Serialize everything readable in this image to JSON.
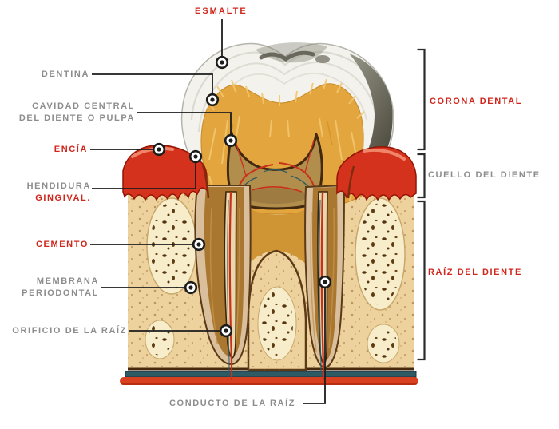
{
  "colors": {
    "label_red": "#d0261c",
    "label_gray": "#8d8d8d",
    "line": "#1c1c1c",
    "enamel": "#f3f2ec",
    "enamel_shade": "#d8d7cd",
    "dentin": "#e3a53d",
    "dentin_stria": "#f2c76f",
    "root_dentin": "#aa7730",
    "pulp": "#b28e4c",
    "cementum": "#dabf9d",
    "canal": "#ead7ab",
    "gum": "#d5321d",
    "gum_hi": "#f59a7d",
    "bone": "#edd29d",
    "bone_light": "#f7edca",
    "outline_dark": "#46290d",
    "artery": "#c8321d",
    "vein": "#2e5a64"
  },
  "callouts": {
    "esmalte": {
      "text": "ESMALTE",
      "style": "red"
    },
    "dentina": {
      "text": "DENTINA",
      "style": "gray"
    },
    "cavidad_1": {
      "text": "CAVIDAD CENTRAL",
      "style": "gray"
    },
    "cavidad_2": {
      "text": "DEL DIENTE O PULPA",
      "style": "gray"
    },
    "encia": {
      "text": "ENCÍA",
      "style": "red"
    },
    "hendidura_1": {
      "text": "HENDIDURA",
      "style": "gray"
    },
    "hendidura_2": {
      "text": "GINGIVAL.",
      "style": "red"
    },
    "cemento": {
      "text": "CEMENTO",
      "style": "red"
    },
    "membrana_1": {
      "text": "MEMBRANA",
      "style": "gray"
    },
    "membrana_2": {
      "text": "PERIODONTAL",
      "style": "gray"
    },
    "orificio": {
      "text": "ORIFICIO DE LA RAÍZ",
      "style": "gray"
    },
    "conducto": {
      "text": "CONDUCTO DE LA RAÍZ",
      "style": "gray"
    },
    "corona": {
      "text": "CORONA DENTAL",
      "style": "red"
    },
    "cuello": {
      "text": "CUELLO DEL DIENTE",
      "style": "gray"
    },
    "raiz": {
      "text": "RAÍZ DEL DIENTE",
      "style": "red"
    }
  }
}
